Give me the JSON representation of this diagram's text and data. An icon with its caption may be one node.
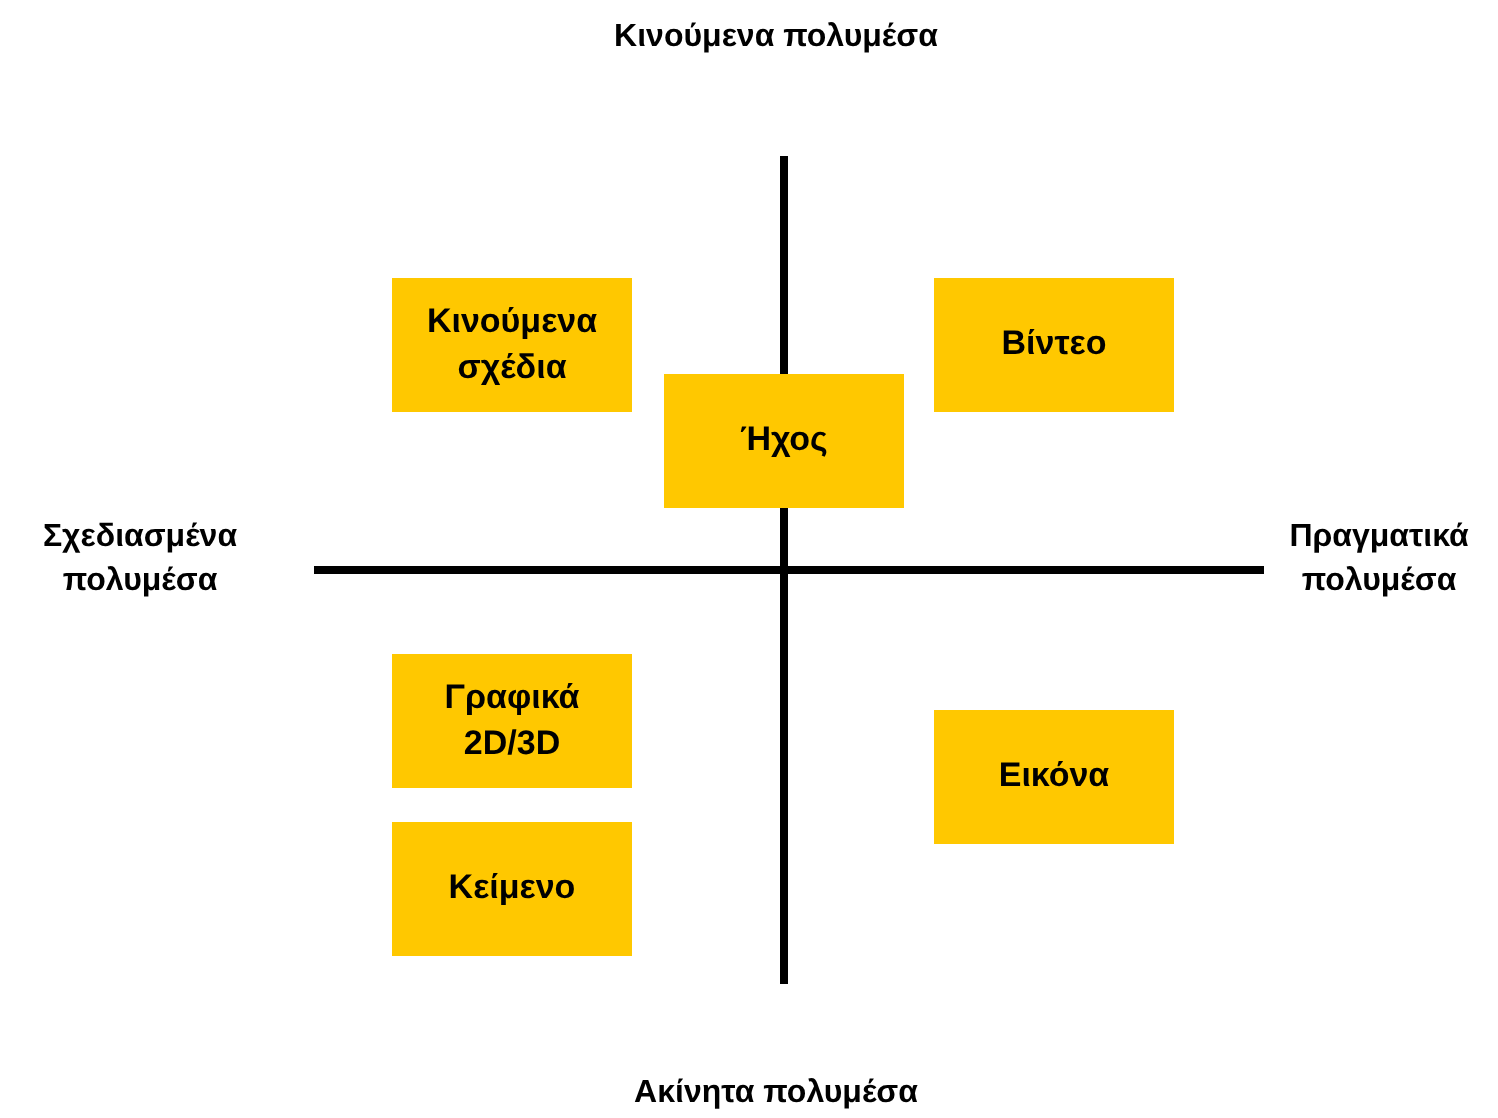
{
  "diagram": {
    "nodes": [
      {
        "text": [
          "Κινούμενα σχέδια"
        ]
      },
      {
        "text": [
          "Βίντεο"
        ]
      },
      {
        "text": [
          "Ήχος"
        ]
      },
      {
        "text": [
          "Γραφικά 2D/3D"
        ]
      },
      {
        "text": [
          "Εικόνα"
        ]
      },
      {
        "text": [
          "Κείμενο"
        ]
      }
    ],
    "labels": [
      "Κινούμενα πολυμέσα",
      "Σχεδιασμένα πολυμέσα",
      "Πραγματικά πολυμέσα",
      "Ακίνητα πολυμέσα"
    ]
  }
}
